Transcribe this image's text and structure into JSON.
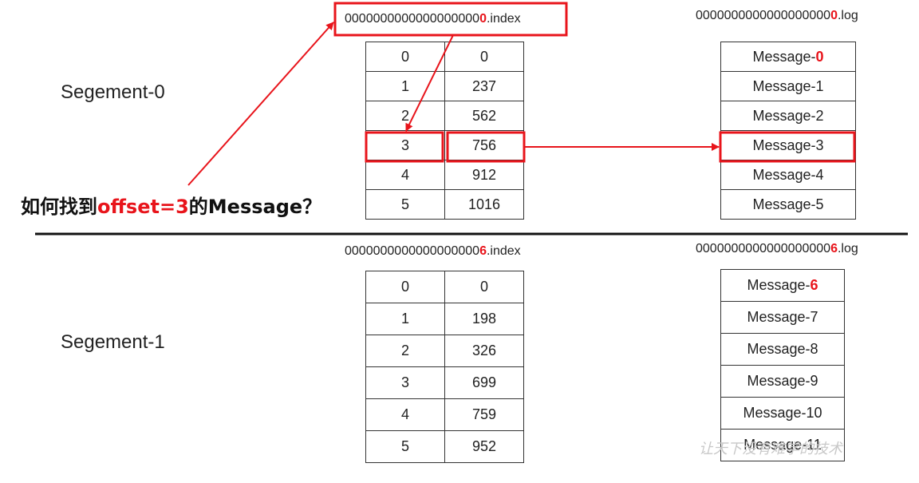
{
  "segments": [
    {
      "label": "Segement-0",
      "index_file": {
        "prefix": "0000000000000000000",
        "highlight": "0",
        "suffix": ".index"
      },
      "log_file": {
        "prefix": "0000000000000000000",
        "highlight": "0",
        "suffix": ".log"
      },
      "index_rows": [
        [
          "0",
          "0"
        ],
        [
          "1",
          "237"
        ],
        [
          "2",
          "562"
        ],
        [
          "3",
          "756"
        ],
        [
          "4",
          "912"
        ],
        [
          "5",
          "1016"
        ]
      ],
      "messages": [
        {
          "prefix": "Message-",
          "num": "0",
          "highlight": true
        },
        {
          "prefix": "Message-",
          "num": "1",
          "highlight": false
        },
        {
          "prefix": "Message-",
          "num": "2",
          "highlight": false
        },
        {
          "prefix": "Message-",
          "num": "3",
          "highlight": false
        },
        {
          "prefix": "Message-",
          "num": "4",
          "highlight": false
        },
        {
          "prefix": "Message-",
          "num": "5",
          "highlight": false
        }
      ]
    },
    {
      "label": "Segement-1",
      "index_file": {
        "prefix": "0000000000000000000",
        "highlight": "6",
        "suffix": ".index"
      },
      "log_file": {
        "prefix": "0000000000000000000",
        "highlight": "6",
        "suffix": ".log"
      },
      "index_rows": [
        [
          "0",
          "0"
        ],
        [
          "1",
          "198"
        ],
        [
          "2",
          "326"
        ],
        [
          "3",
          "699"
        ],
        [
          "4",
          "759"
        ],
        [
          "5",
          "952"
        ]
      ],
      "messages": [
        {
          "prefix": "Message-",
          "num": "6",
          "highlight": true
        },
        {
          "prefix": "Message-",
          "num": "7",
          "highlight": false
        },
        {
          "prefix": "Message-",
          "num": "8",
          "highlight": false
        },
        {
          "prefix": "Message-",
          "num": "9",
          "highlight": false
        },
        {
          "prefix": "Message-",
          "num": "10",
          "highlight": false
        },
        {
          "prefix": "Message-",
          "num": "11",
          "highlight": false
        }
      ]
    }
  ],
  "question": {
    "part1": "如何找到",
    "highlight": "offset=3",
    "part2": "的Message？"
  },
  "watermark": "让天下没有难学的技术",
  "colors": {
    "accent": "#e8141b",
    "border": "#333333",
    "text": "#222222"
  }
}
